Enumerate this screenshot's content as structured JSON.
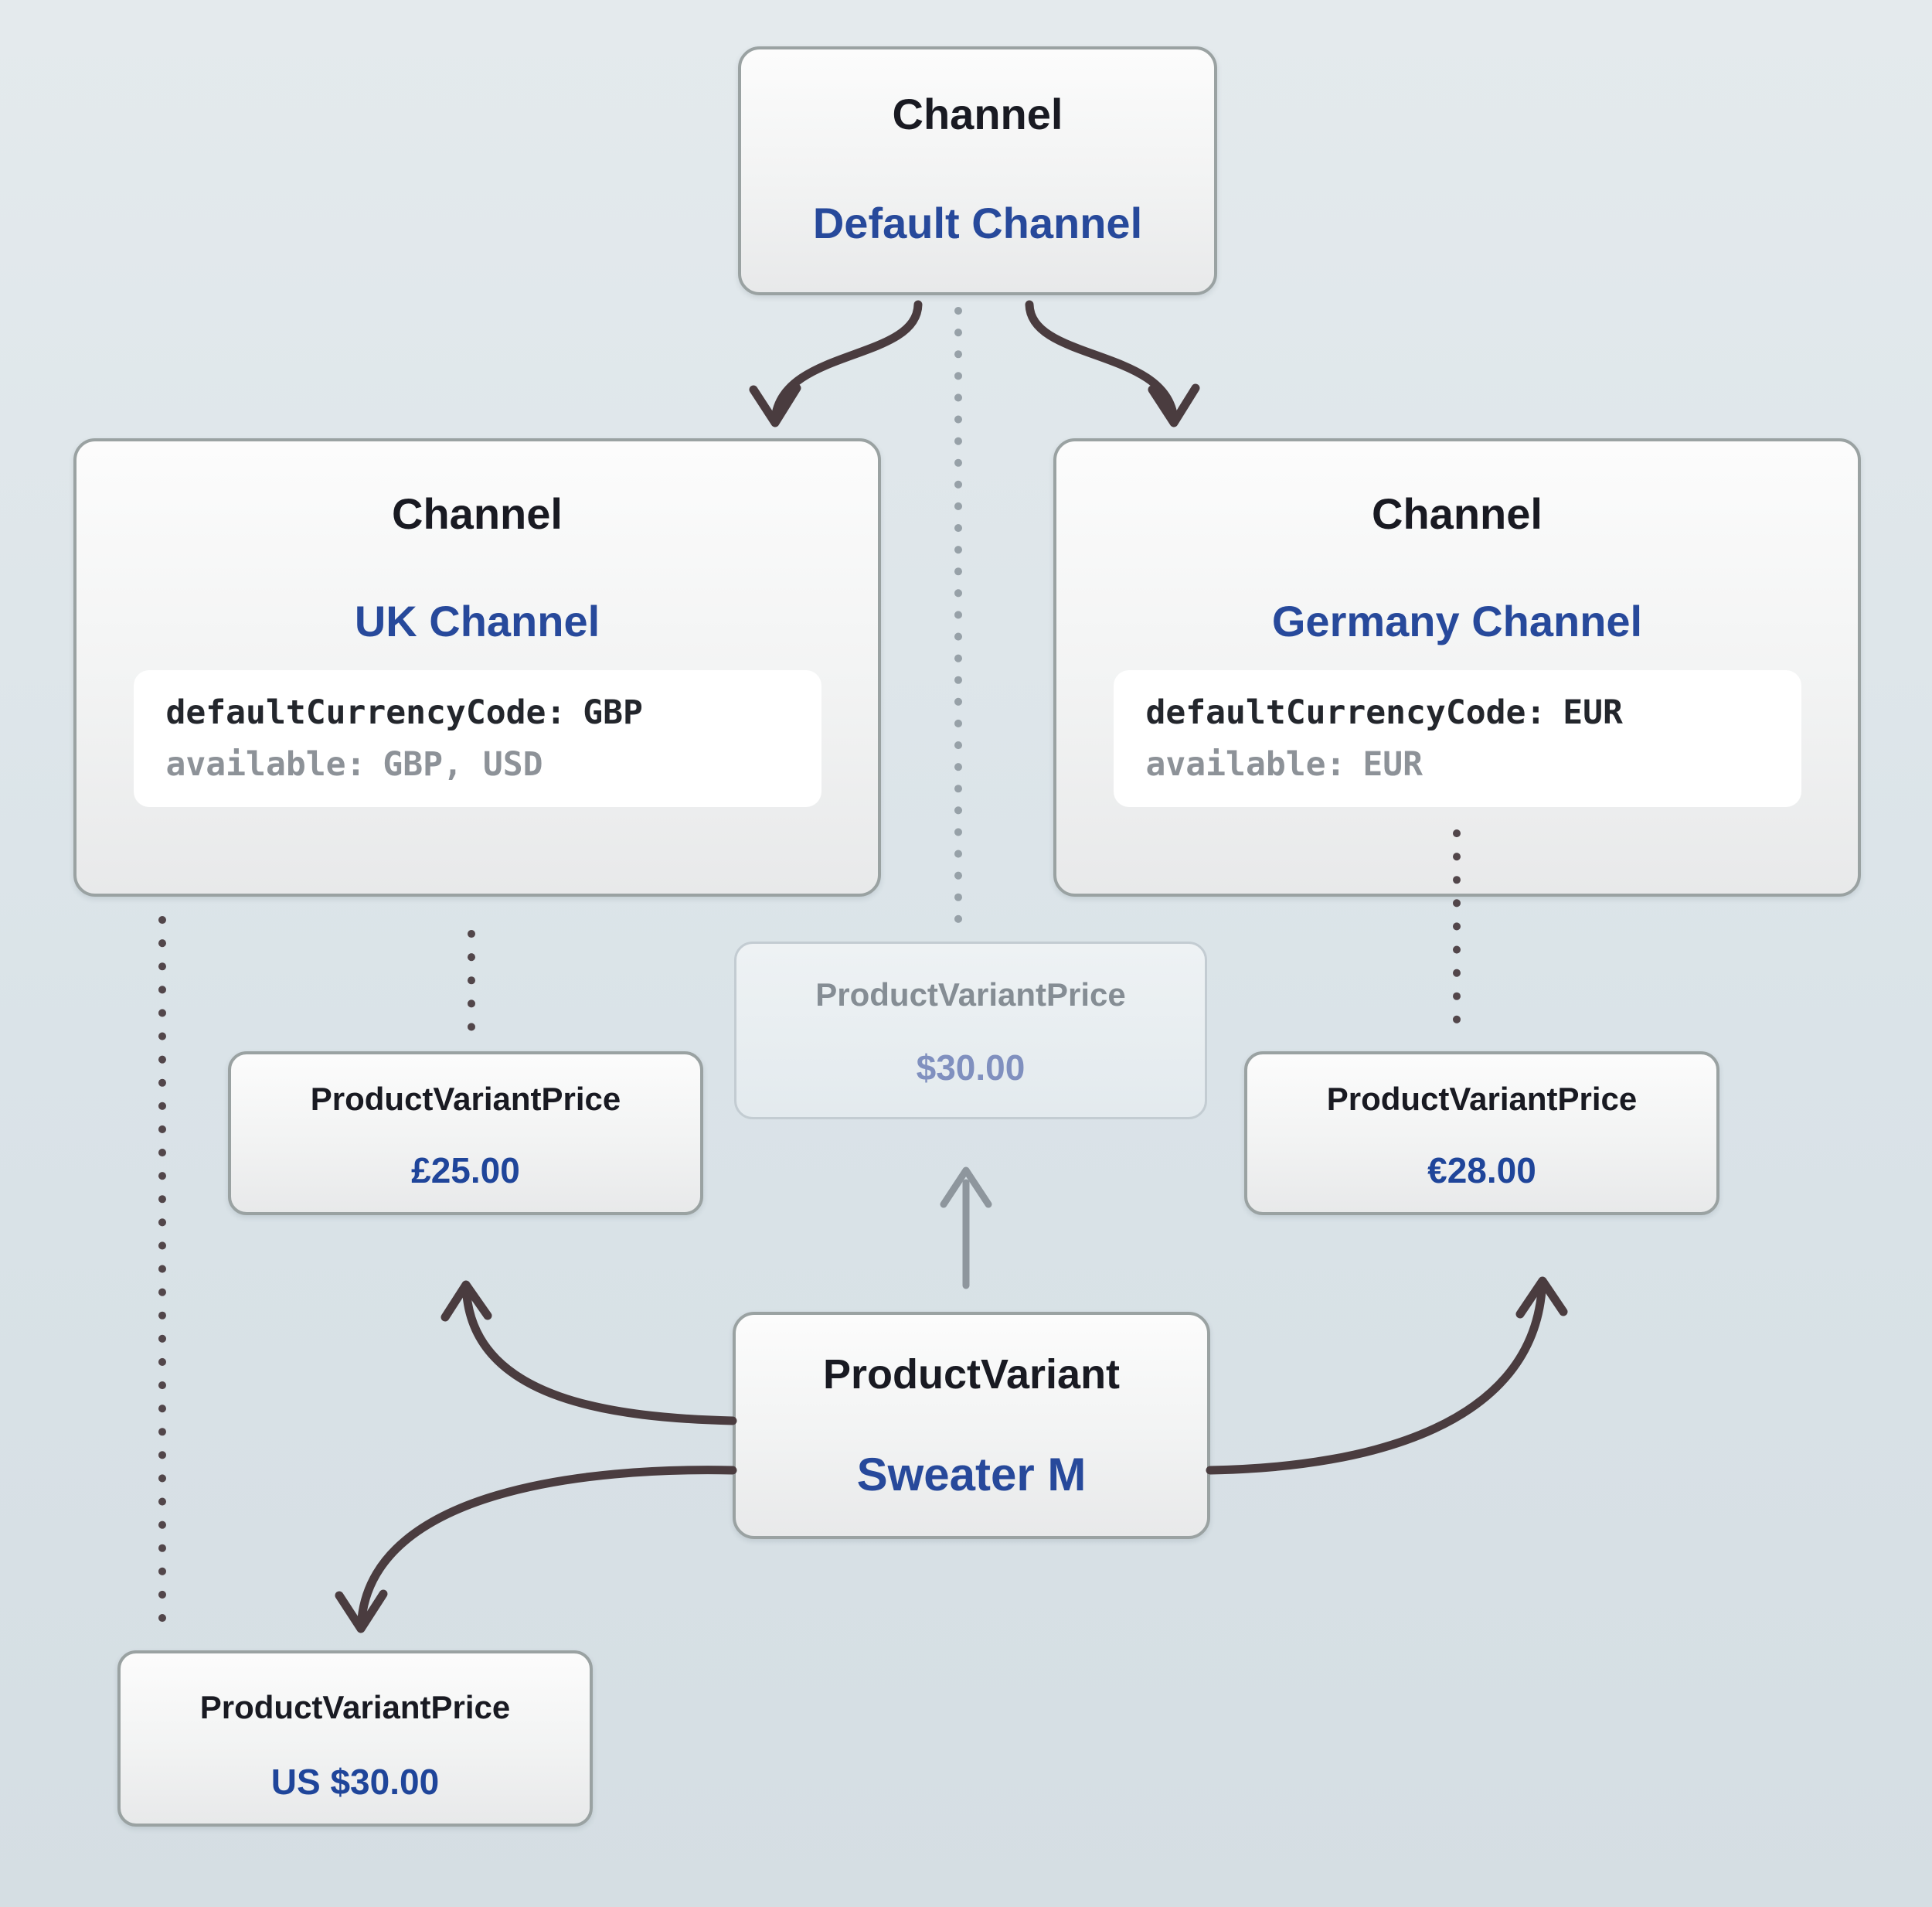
{
  "colors": {
    "background": "#dae3e8",
    "node_border": "#9aa2a2",
    "node_fill_top": "#fcfcfc",
    "node_fill_bottom": "#e8e9ea",
    "entity_type_text": "#191a22",
    "entity_name_blue": "#27499b",
    "price_blue": "#1f459a",
    "code_text_dark": "#23262c",
    "code_text_gray": "#8d9298",
    "faded_title_gray": "#858d94",
    "faded_price_blue": "#8090bf",
    "dark_arrow": "#4a3c3f",
    "dark_dots": "#52464a",
    "gray_arrow": "#8e969d",
    "light_dots": "#97a1a8"
  },
  "nodes": {
    "default_channel": {
      "type": "Channel",
      "name": "Default Channel"
    },
    "uk_channel": {
      "type": "Channel",
      "name": "UK Channel",
      "code": {
        "line1_key": "defaultCurrencyCode:",
        "line1_value": "GBP",
        "line2_key": "available:",
        "line2_value": "GBP, USD"
      }
    },
    "germany_channel": {
      "type": "Channel",
      "name": "Germany Channel",
      "code": {
        "line1_key": "defaultCurrencyCode:",
        "line1_value": "EUR",
        "line2_key": "available:",
        "line2_value": "EUR"
      }
    },
    "default_price": {
      "type": "ProductVariantPrice",
      "value": "$30.00"
    },
    "uk_price": {
      "type": "ProductVariantPrice",
      "value": "£25.00"
    },
    "germany_price": {
      "type": "ProductVariantPrice",
      "value": "€28.00"
    },
    "us_price": {
      "type": "ProductVariantPrice",
      "value": "US $30.00"
    },
    "product_variant": {
      "type": "ProductVariant",
      "name": "Sweater M"
    }
  }
}
